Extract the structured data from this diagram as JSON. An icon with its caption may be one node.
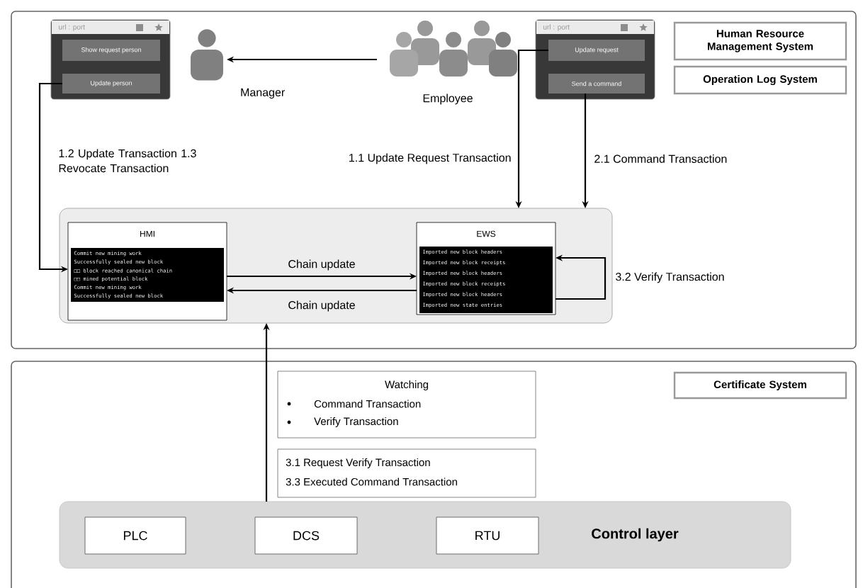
{
  "diagram": {
    "nodes": [
      {
        "text": [],
        "shape": "box"
      },
      {
        "text": [
          "url : port"
        ],
        "in": 0
      },
      {
        "text": [
          "Show request person"
        ],
        "in": 1
      },
      {
        "text": [
          "Update person"
        ],
        "in": 1
      },
      {
        "text": [],
        "shape": "person",
        "beside": [
          "Manager"
        ],
        "in": 0
      },
      {
        "text": [],
        "shape": "person",
        "beside": [
          "Employee"
        ],
        "in": 0
      },
      {
        "text": [
          "url : port"
        ],
        "in": 0
      },
      {
        "text": [
          "Update request"
        ],
        "in": 6
      },
      {
        "text": [
          "Send a command"
        ],
        "in": 6
      },
      {
        "text": [
          "Human Resource Management System"
        ],
        "in": 0
      },
      {
        "text": [
          "Operation Log System"
        ],
        "in": 0
      },
      {
        "text": [],
        "shape": "box",
        "in": 0
      },
      {
        "text": [
          "HMI",
          "Commit new mining work",
          "Successfully sealed new block",
          "□□ block reached canonical chain",
          "□□ mined potential block",
          "Commit new mining work",
          "Successfully sealed new block"
        ],
        "in": 11
      },
      {
        "text": [
          "EWS",
          "Imported new block headers",
          "Imported new block receipts",
          "Imported new block headers",
          "Imported new block receipts",
          "Imported new block headers",
          "Imported new state entries"
        ],
        "in": 11
      },
      {
        "text": [],
        "shape": "box"
      },
      {
        "text": [
          "Certificate System"
        ],
        "in": 14
      },
      {
        "text": [
          "Watching",
          "Command Transaction",
          "Verify Transaction"
        ],
        "in": 14
      },
      {
        "text": [
          "3.1 Request Verify Transaction",
          "3.3 Executed Command Transaction"
        ],
        "in": 14
      },
      {
        "text": [
          "Control layer"
        ],
        "in": 14
      },
      {
        "text": [
          "PLC"
        ],
        "in": 18
      },
      {
        "text": [
          "DCS"
        ],
        "in": 18
      },
      {
        "text": [
          "RTU"
        ],
        "in": 18
      }
    ],
    "edges": [
      {
        "from": 5,
        "to": 4,
        "arrow": "to"
      },
      {
        "from": 3,
        "to": 12,
        "arrow": "to",
        "label": "1.2 Update Transaction 1.3 Revocate Transaction"
      },
      {
        "from": 7,
        "to": 11,
        "arrow": "to",
        "label": "1.1 Update Request Transaction"
      },
      {
        "from": 8,
        "to": 11,
        "arrow": "to",
        "label": "2.1 Command Transaction"
      },
      {
        "from": 12,
        "to": 13,
        "arrow": "to",
        "label": "Chain update"
      },
      {
        "from": 13,
        "to": 12,
        "arrow": "to",
        "label": "Chain update"
      },
      {
        "from": 13,
        "to": 13,
        "arrow": "to",
        "label": "3.2 Verify Transaction"
      },
      {
        "from": 18,
        "to": 11,
        "arrow": "to"
      }
    ]
  }
}
